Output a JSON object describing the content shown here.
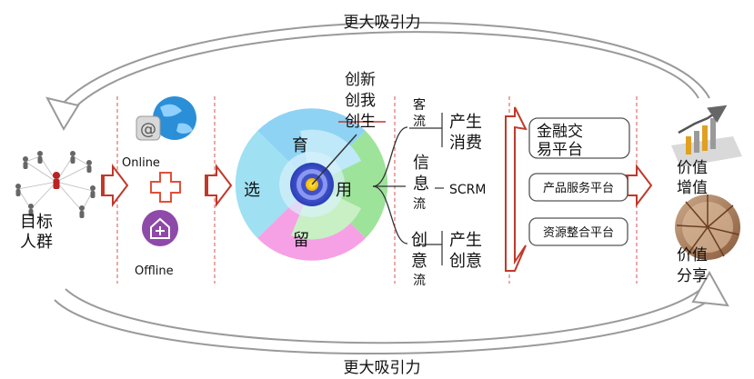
{
  "top_caption": "更大吸引力",
  "bottom_caption": "更大吸引力",
  "audience": {
    "line1": "目标",
    "line2": "人群"
  },
  "online_label": "Online",
  "offline_label": "Offline",
  "wheel": {
    "top": "育",
    "left": "选",
    "right": "用",
    "bottom": "留",
    "innovation": [
      "创新",
      "创我",
      "创生"
    ]
  },
  "flows": {
    "customer_flow": {
      "label": [
        "客",
        "流"
      ],
      "result": [
        "产生",
        "消费"
      ]
    },
    "info_flow": {
      "label": [
        "信",
        "息",
        "流"
      ],
      "result": [
        "SCRM"
      ]
    },
    "creative_flow": {
      "label": [
        "创",
        "意",
        "流"
      ],
      "result": [
        "产生",
        "创意"
      ]
    }
  },
  "platforms": [
    {
      "lines": [
        "金融交",
        "易平台"
      ]
    },
    {
      "lines": [
        "产品服务平台"
      ]
    },
    {
      "lines": [
        "资源整合平台"
      ]
    }
  ],
  "value": {
    "add": {
      "line1": "价值",
      "line2": "增值"
    },
    "share": {
      "line1": "价值",
      "line2": "分享"
    }
  },
  "colors": {
    "arrow_red": "#c0392b",
    "quadrant_blue": "#8fd3f4",
    "quadrant_green": "#9ee39a",
    "quadrant_pink": "#f6a0e6",
    "offline_purple": "#8e4aa8",
    "globe_blue": "#2b8fd8"
  }
}
